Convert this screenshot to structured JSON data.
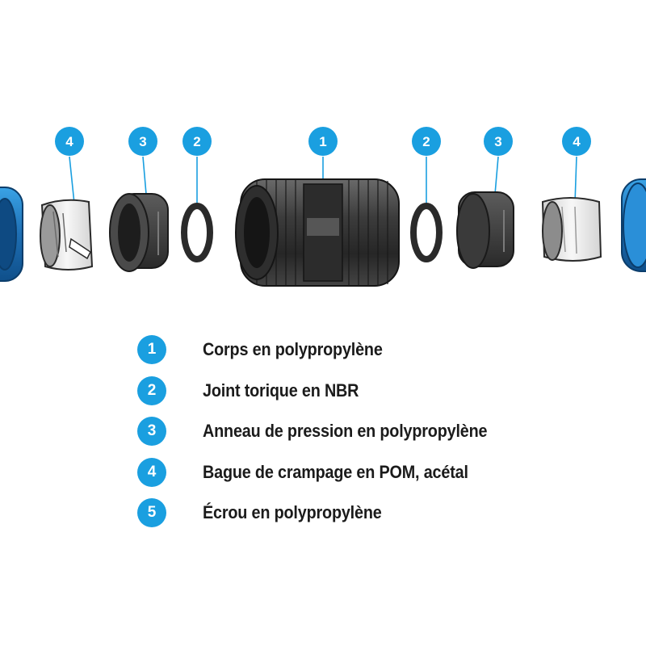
{
  "colors": {
    "accent": "#1a9fe0",
    "text": "#1b1b1b",
    "part_dark": "#3a3a3a",
    "nut_blue": "#1e7fc4",
    "clamp_white": "#e8e8e8"
  },
  "callouts": [
    "4",
    "3",
    "2",
    "1",
    "2",
    "3",
    "4"
  ],
  "legend": [
    {
      "number": "1",
      "label": "Corps en polypropylène"
    },
    {
      "number": "2",
      "label": "Joint torique en NBR"
    },
    {
      "number": "3",
      "label": "Anneau de pression en polypropylène"
    },
    {
      "number": "4",
      "label": "Bague de crampage en POM, acétal"
    },
    {
      "number": "5",
      "label": "Écrou en polypropylène"
    }
  ]
}
